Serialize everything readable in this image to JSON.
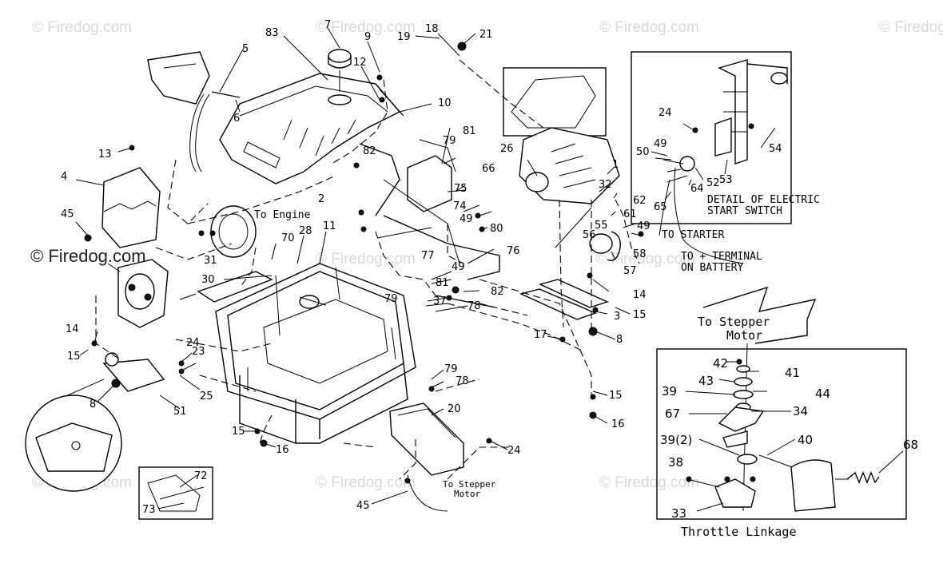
{
  "watermark": {
    "text": "© Firedog.com"
  },
  "part_numbers": [
    "83",
    "7",
    "9",
    "18",
    "19",
    "21",
    "5",
    "12",
    "10",
    "6",
    "13",
    "4",
    "45",
    "26",
    "1",
    "32",
    "2",
    "82",
    "79",
    "81",
    "66",
    "75",
    "74",
    "49",
    "80",
    "61",
    "62",
    "55",
    "56",
    "58",
    "57",
    "49b",
    "70",
    "28",
    "11",
    "77",
    "76",
    "31",
    "30",
    "81b",
    "49c",
    "82b",
    "37",
    "78",
    "79b",
    "3",
    "15",
    "14",
    "17",
    "8",
    "24",
    "23",
    "25",
    "51",
    "15b",
    "16",
    "20",
    "79c",
    "78b",
    "15c",
    "16b",
    "24b",
    "45b",
    "72",
    "73",
    "14b",
    "15d",
    "8b",
    "24c",
    "50",
    "49d",
    "52",
    "53",
    "54",
    "64",
    "65",
    "42",
    "41",
    "43",
    "44",
    "39",
    "67",
    "34",
    "39(2)",
    "40",
    "68",
    "38",
    "33"
  ],
  "captions": {
    "to_engine": "To Engine",
    "detail_line1": "DETAIL OF ELECTRIC",
    "detail_line2": "START SWITCH",
    "to_starter": "TO STARTER",
    "to_terminal_line1": "TO + TERMINAL",
    "to_terminal_line2": "ON BATTERY",
    "to_stepper_motor_line1": "To Stepper",
    "to_stepper_motor_line2": "Motor",
    "to_stepper_small_line1": "To Stepper",
    "to_stepper_small_line2": "Motor",
    "throttle_linkage": "Throttle Linkage"
  }
}
